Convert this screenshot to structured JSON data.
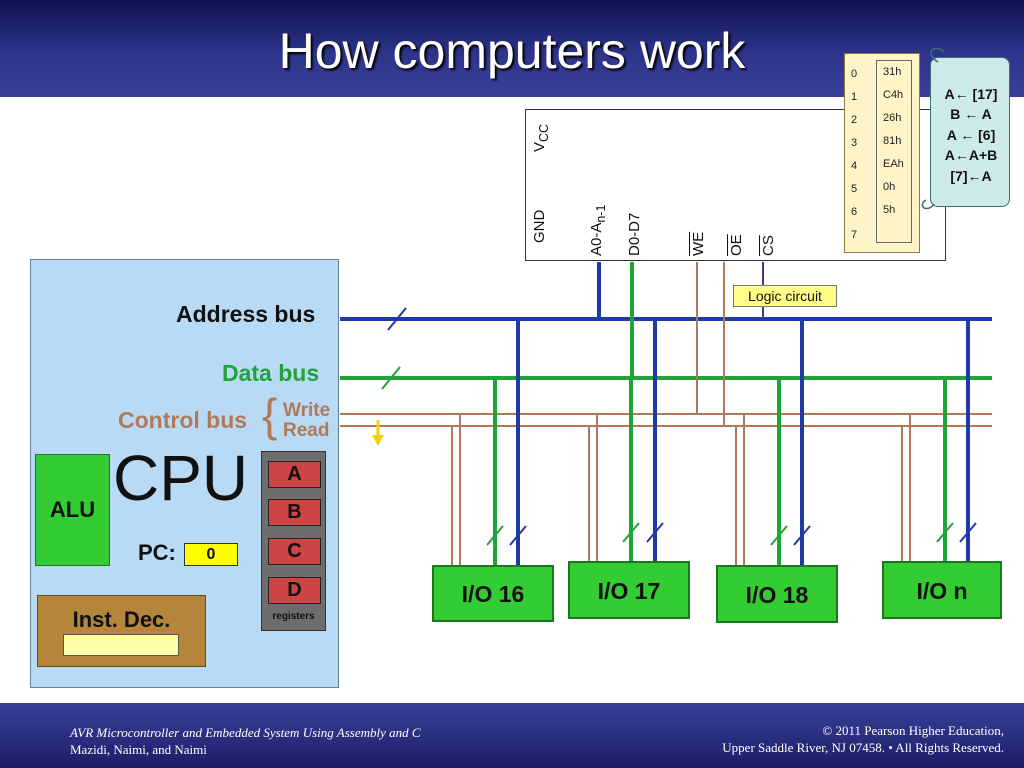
{
  "slide": {
    "title": "How computers work",
    "footer_left": [
      "AVR Microcontroller and Embedded System Using Assembly and C",
      "Mazidi, Naimi, and Naimi"
    ],
    "footer_right": [
      "© 2011   Pearson Higher Education,",
      "Upper Saddle River, NJ 07458. • All Rights Reserved."
    ]
  },
  "memory": {
    "pins": {
      "vcc": "V",
      "vcc_sub": "CC",
      "gnd": "GND",
      "addr": "A0-A",
      "addr_sub": "n-1",
      "data": "D0-D7",
      "we": "WE",
      "oe": "OE",
      "cs": "CS"
    },
    "table": [
      {
        "addr": "0",
        "value": "31h"
      },
      {
        "addr": "1",
        "value": "C4h"
      },
      {
        "addr": "2",
        "value": "26h"
      },
      {
        "addr": "3",
        "value": "81h"
      },
      {
        "addr": "4",
        "value": "EAh"
      },
      {
        "addr": "5",
        "value": "0h"
      },
      {
        "addr": "6",
        "value": "5h"
      },
      {
        "addr": "7",
        "value": ""
      }
    ]
  },
  "program": [
    "A← [17]",
    "B ← A",
    "A ← [6]",
    "A←A+B",
    "[7]←A"
  ],
  "logic_circuit": "Logic circuit",
  "buses": {
    "address": "Address bus",
    "data": "Data bus",
    "control": "Control bus",
    "control_brace": "{",
    "write": "Write",
    "read": "Read"
  },
  "cpu": {
    "label": "CPU",
    "alu": "ALU",
    "pc_label": "PC:",
    "pc_value": "0",
    "registers": [
      "A",
      "B",
      "C",
      "D"
    ],
    "registers_caption": "registers",
    "inst_dec": "Inst. Dec."
  },
  "io": [
    "I/O 16",
    "I/O 17",
    "I/O 18",
    "I/O n"
  ],
  "colors": {
    "address_bus": "#1e3aa8",
    "data_bus": "#22a33a",
    "control_bus": "#b07a5a",
    "header": "#2d348a",
    "cpu_panel": "#b8daf5"
  }
}
